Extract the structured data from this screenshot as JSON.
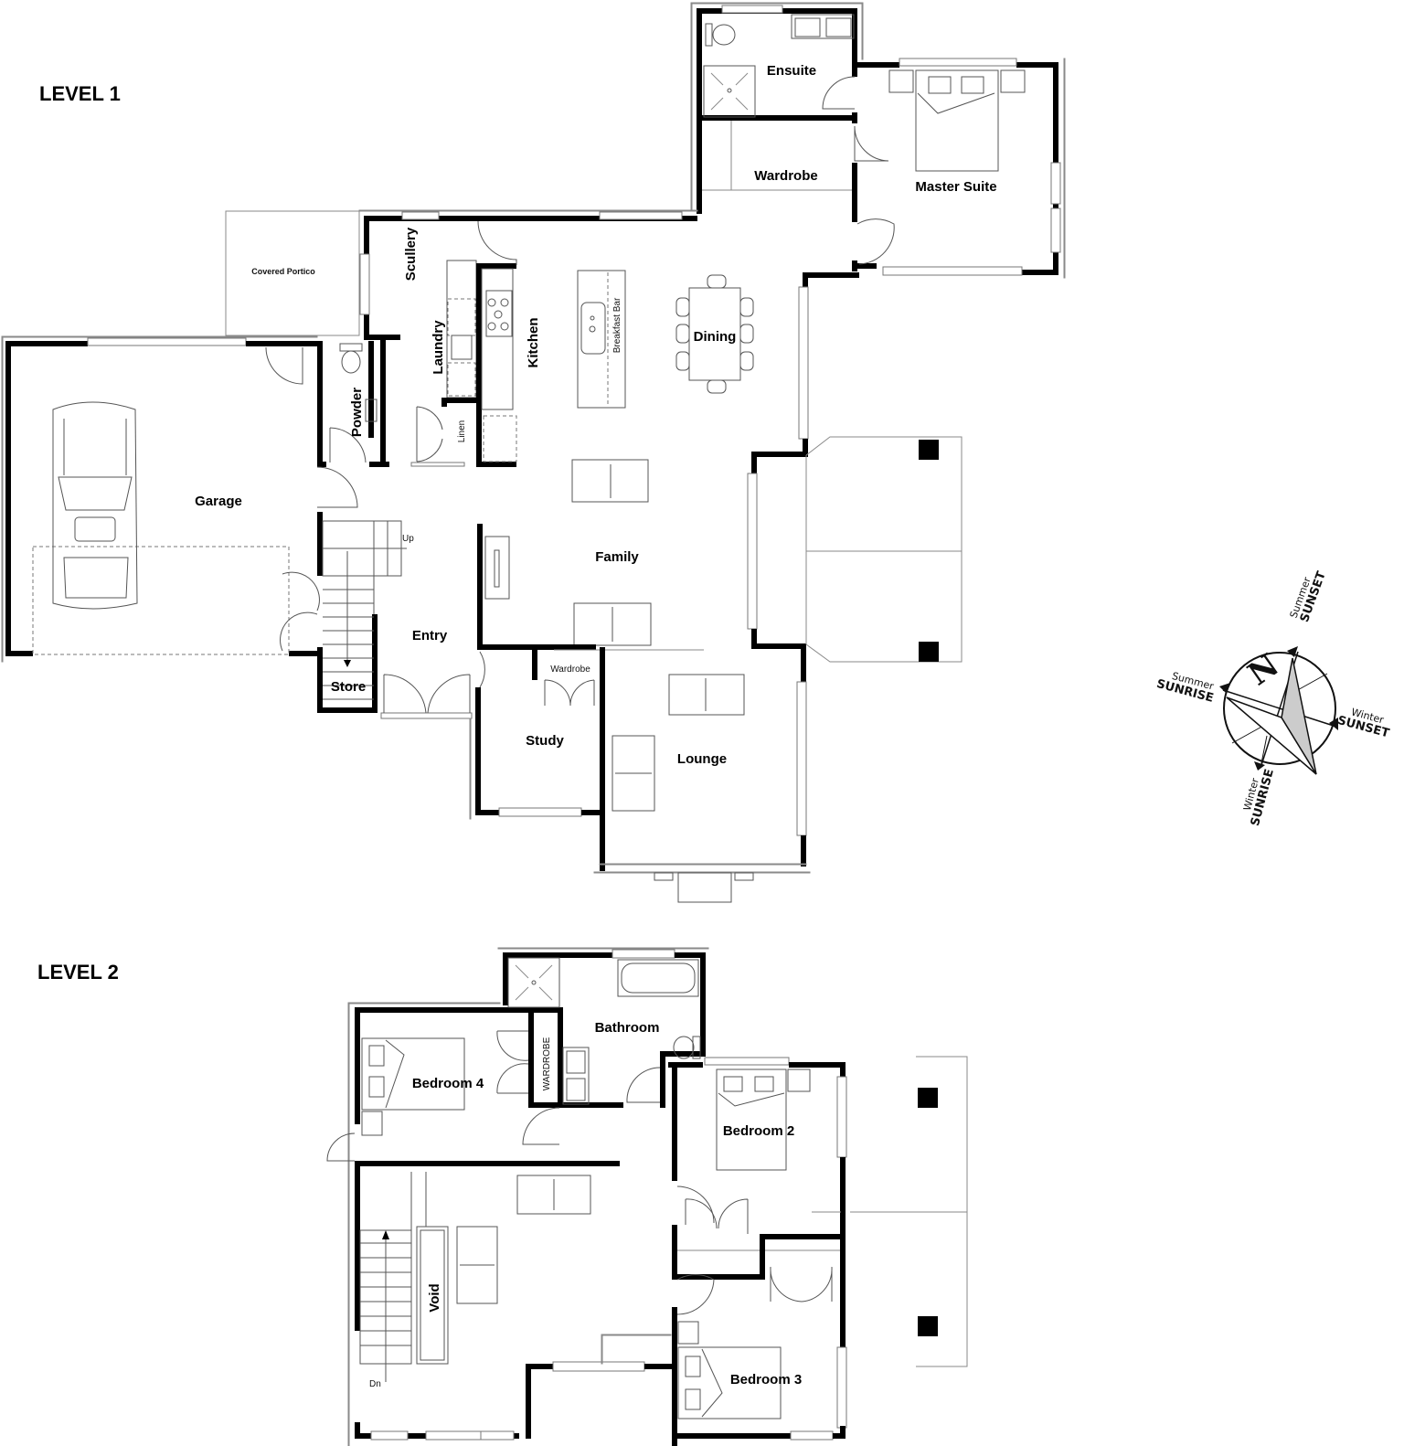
{
  "levels": [
    {
      "title": "LEVEL 1",
      "rooms": {
        "ensuite": "Ensuite",
        "wardrobe_master": "Wardrobe",
        "master_suite": "Master Suite",
        "covered_portico": "Covered Portico",
        "scullery": "Scullery",
        "laundry": "Laundry",
        "kitchen": "Kitchen",
        "breakfast_bar": "Breakfast Bar",
        "dining": "Dining",
        "powder": "Powder",
        "linen": "Linen",
        "garage": "Garage",
        "family": "Family",
        "entry": "Entry",
        "store": "Store",
        "study": "Study",
        "wardrobe_study": "Wardrobe",
        "lounge": "Lounge"
      },
      "stair_label": "Up"
    },
    {
      "title": "LEVEL 2",
      "rooms": {
        "bathroom": "Bathroom",
        "bedroom_4": "Bedroom 4",
        "wardrobe": "WARDROBE",
        "bedroom_2": "Bedroom 2",
        "bedroom_3": "Bedroom 3",
        "void": "Void"
      },
      "stair_label": "Dn"
    }
  ],
  "compass": {
    "north": "N",
    "summer_sunset": {
      "season": "Summer",
      "event": "SUNSET"
    },
    "summer_sunrise": {
      "season": "Summer",
      "event": "SUNRISE"
    },
    "winter_sunset": {
      "season": "Winter",
      "event": "SUNSET"
    },
    "winter_sunrise": {
      "season": "Winter",
      "event": "SUNRISE"
    }
  }
}
